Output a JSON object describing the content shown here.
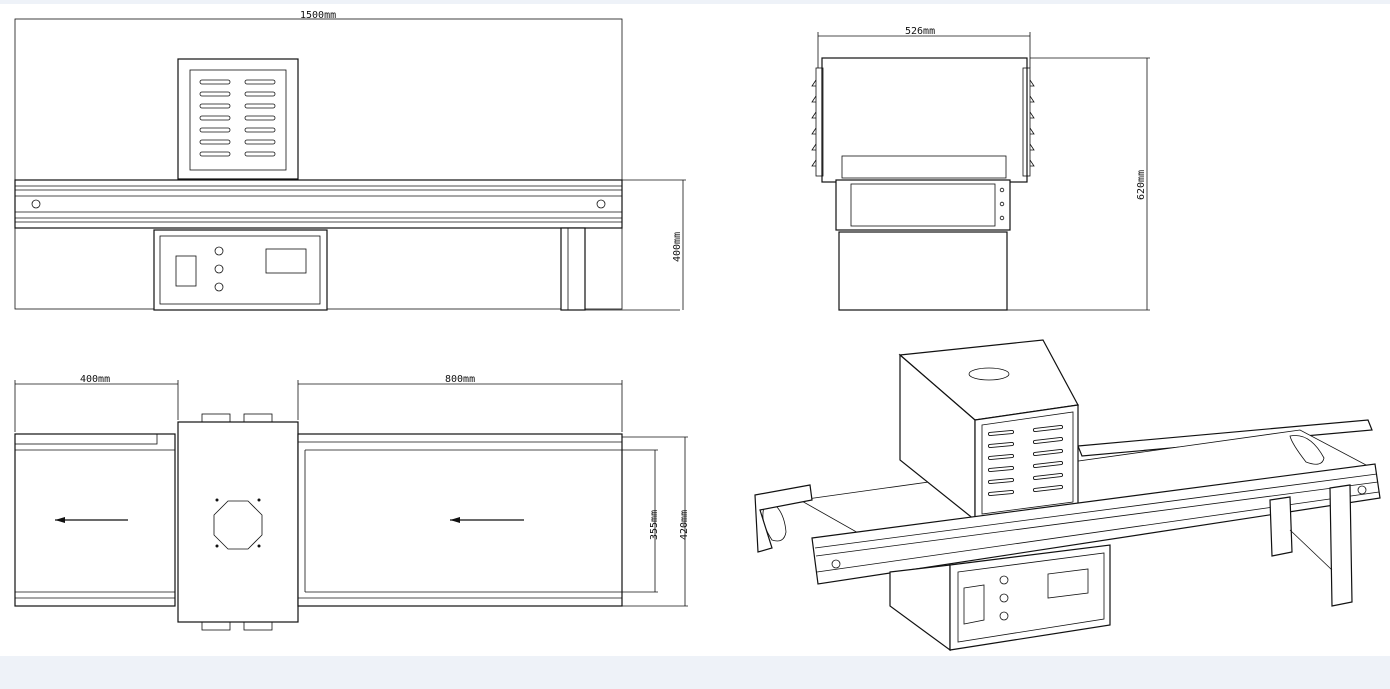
{
  "dimensions": {
    "front_width": "1500mm",
    "front_height": "400mm",
    "side_width": "526mm",
    "side_height": "620mm",
    "top_left_length": "400mm",
    "top_right_length": "800mm",
    "top_inner_width": "355mm",
    "top_outer_width": "420mm"
  },
  "colors": {
    "background": "#eef2f8",
    "canvas": "#ffffff",
    "line": "#111111"
  }
}
